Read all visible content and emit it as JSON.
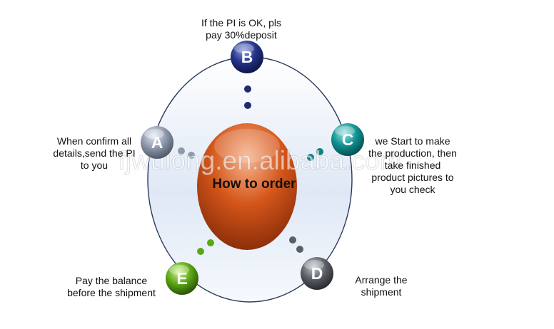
{
  "diagram": {
    "center_label": "How to order",
    "watermark": "fjwulong.en.alibaba.com",
    "colors": {
      "ring_stroke": "#2b3a5c",
      "center_top": "#f3a17a",
      "center_bottom": "#8a2a08",
      "A": "#8894a6",
      "B": "#1c2a78",
      "C": "#0f8a8a",
      "D": "#565a60",
      "E": "#58a012"
    },
    "steps": [
      {
        "letter": "A",
        "lines": [
          "When confirm all",
          "details,send the PI",
          "to you"
        ]
      },
      {
        "letter": "B",
        "lines": [
          "If the PI is OK, pls",
          "pay 30%deposit"
        ]
      },
      {
        "letter": "C",
        "lines": [
          "we Start to make",
          "the production, then",
          "take finished",
          "product pictures to",
          "you check"
        ]
      },
      {
        "letter": "D",
        "lines": [
          "Arrange the",
          "shipment"
        ]
      },
      {
        "letter": "E",
        "lines": [
          "Pay the balance",
          "before the shipment"
        ]
      }
    ]
  }
}
